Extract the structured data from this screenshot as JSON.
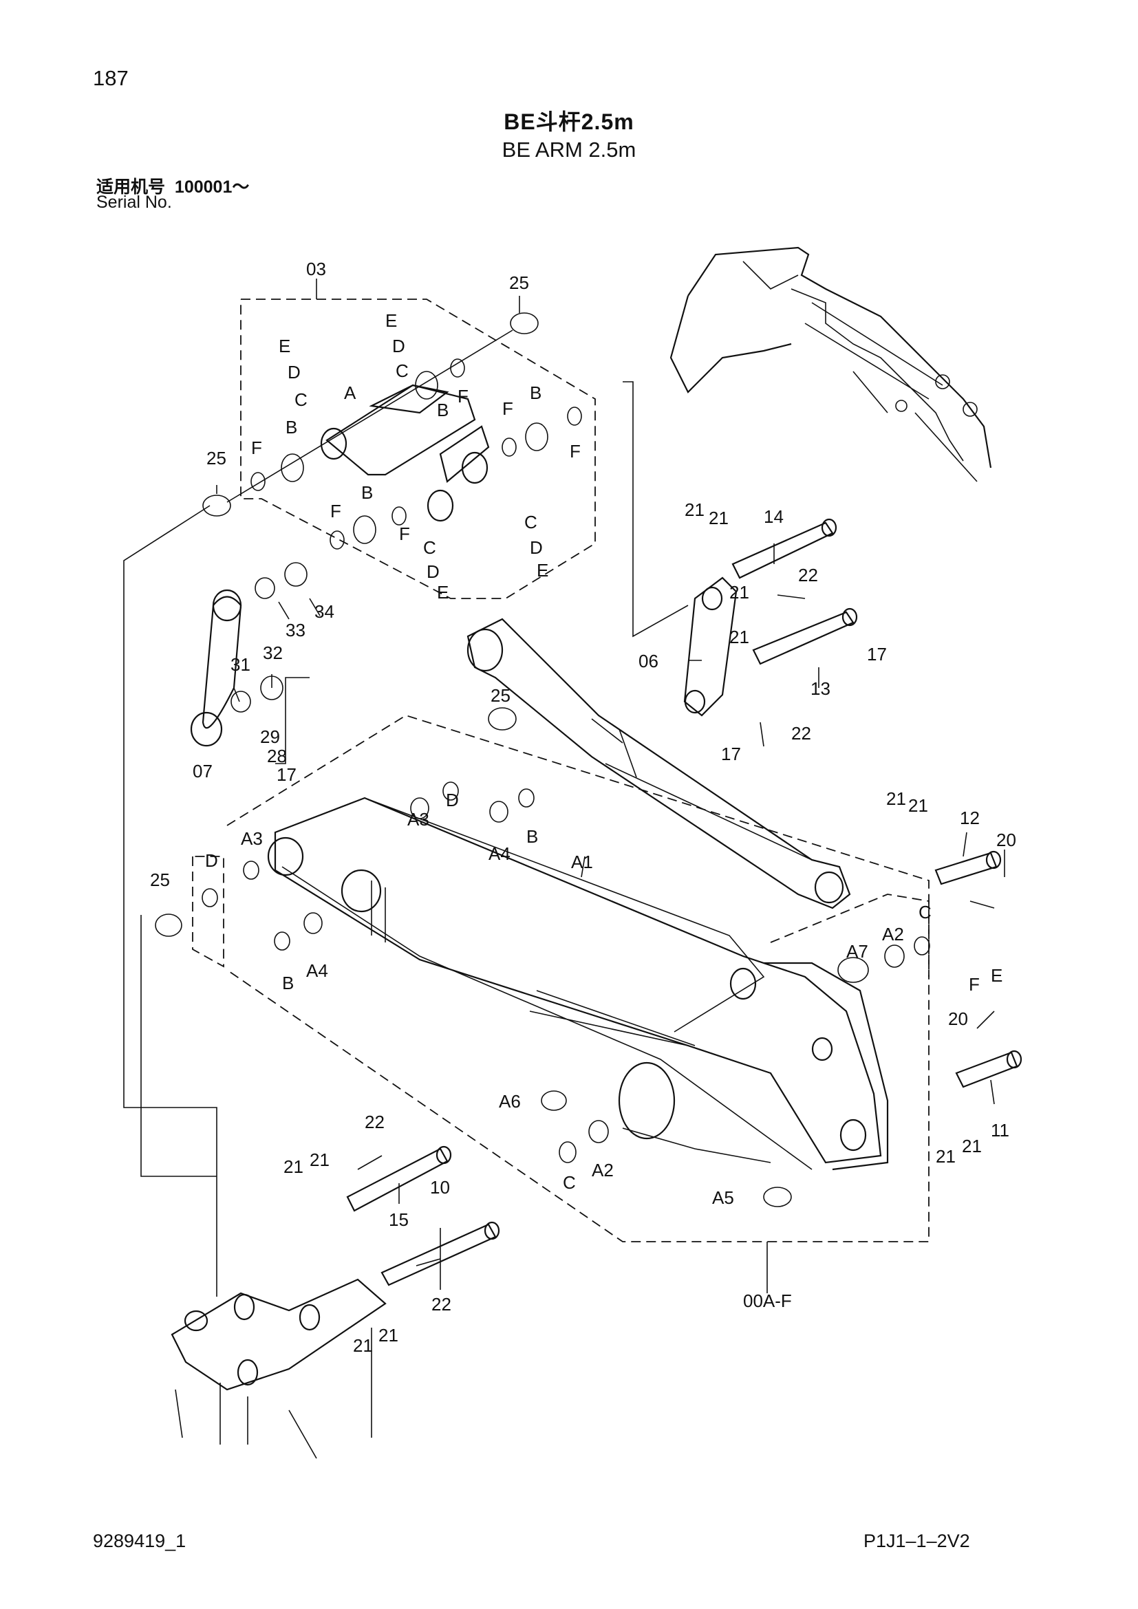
{
  "header": {
    "page_number": "187",
    "title_cn": "BE斗杆2.5m",
    "title_en": "BE ARM 2.5m",
    "serial_label_cn": "适用机号",
    "serial_value": "100001～",
    "serial_label_en": "Serial No."
  },
  "footer": {
    "doc_number": "9289419_1",
    "page_code": "P1J1–1–2V2"
  },
  "callouts": {
    "c03": "03",
    "c25": "25",
    "cE": "E",
    "cD": "D",
    "cC": "C",
    "cA": "A",
    "cB": "B",
    "cF": "F",
    "c21": "21",
    "c14": "14",
    "c22": "22",
    "c17": "17",
    "c13": "13",
    "c06": "06",
    "c33": "33",
    "c34": "34",
    "c31": "31",
    "c32": "32",
    "c29": "29",
    "c28": "28",
    "c07": "07",
    "cA1": "A1",
    "cA2": "A2",
    "cA3": "A3",
    "cA4": "A4",
    "cA5": "A5",
    "cA6": "A6",
    "cA7": "A7",
    "c12": "12",
    "c20": "20",
    "c11": "11",
    "c10": "10",
    "c15": "15",
    "c00AF": "00A-F"
  }
}
